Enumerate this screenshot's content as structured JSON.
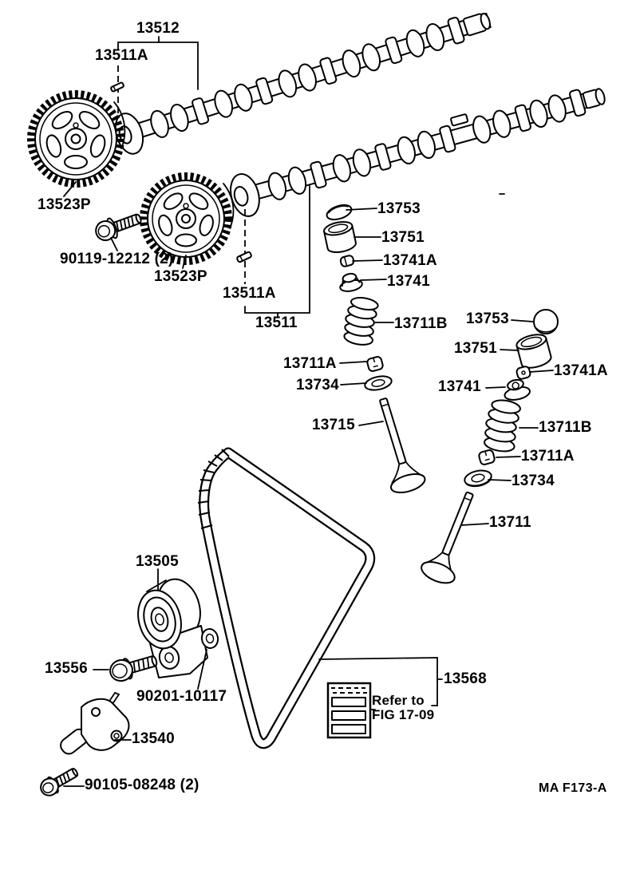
{
  "colors": {
    "ink": "#000000",
    "paper": "#ffffff"
  },
  "figure_code": "MA F173-A",
  "reference_note": {
    "line1": "Refer to",
    "line2": "FIG 17-09"
  },
  "labels": {
    "camshaft_no2": "13512",
    "camshaft_key_top": "13511A",
    "timing_pulley_left": "13523P",
    "pulley_bolt": "90119-12212 (2)",
    "timing_pulley_right": "13523P",
    "camshaft_key_mid": "13511A",
    "camshaft_no1": "13511",
    "lifter_shim_mid": "13753",
    "valve_lifter_mid": "13751",
    "retainer_lock_mid": "13741A",
    "spring_retainer_mid": "13741",
    "valve_spring_mid": "13711B",
    "spring_keeper_mid": "13711A",
    "spring_seat_mid": "13734",
    "valve_exhaust": "13715",
    "lifter_shim_right": "13753",
    "valve_lifter_right": "13751",
    "retainer_lock_right": "13741A",
    "spring_retainer_right": "13741",
    "valve_spring_right": "13711B",
    "spring_keeper_right": "13711A",
    "spring_seat_right": "13734",
    "valve_intake": "13711",
    "tensioner_pulley": "13505",
    "tensioner_pulley_bolt": "13556",
    "tensioner_washer": "90201-10117",
    "belt_tensioner": "13540",
    "tensioner_mount_bolt": "90105-08248 (2)",
    "timing_belt": "13568"
  }
}
